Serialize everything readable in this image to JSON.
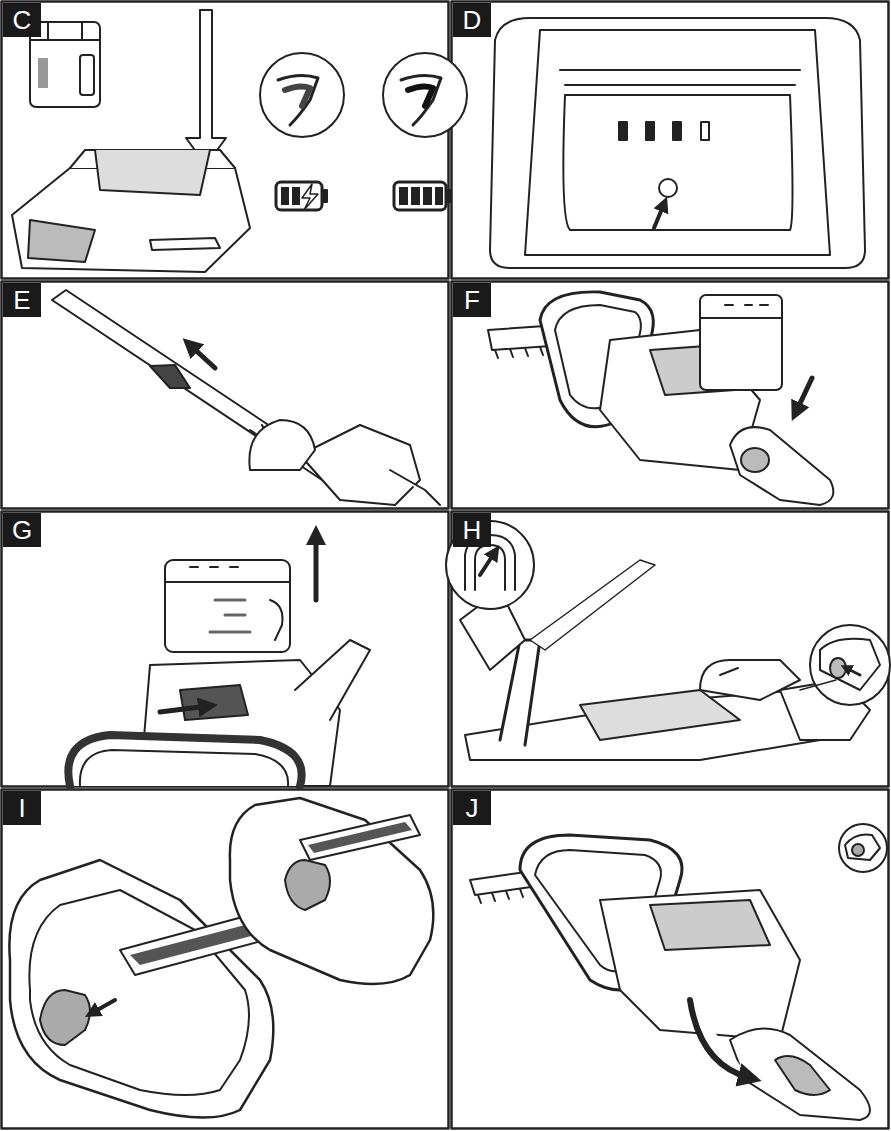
{
  "diagram": {
    "nodes": [
      {
        "text": [
          "C"
        ]
      },
      {
        "text": [
          "D"
        ]
      },
      {
        "text": [
          "E"
        ]
      },
      {
        "text": [
          "F"
        ]
      },
      {
        "text": [
          "G"
        ]
      },
      {
        "text": [
          "H"
        ]
      },
      {
        "text": [
          "I"
        ]
      },
      {
        "text": [
          "J"
        ]
      }
    ]
  }
}
